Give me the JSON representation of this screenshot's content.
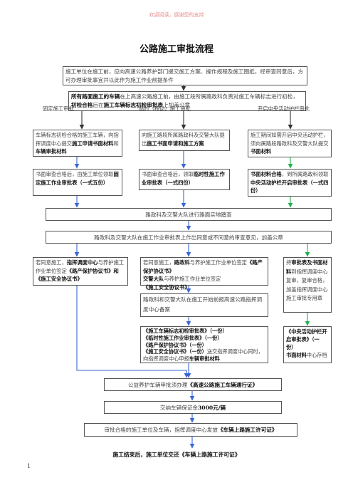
{
  "watermark": "欢迎阅读，感谢您的支持",
  "title": "公路施工审批流程",
  "intro": "施工单位在施工前，应向高速公路养护部门提交施工方案、操作规程及施工图纸，经审查同意后，方可办理审批事宜并以此作为施工作业前提条件",
  "step2": {
    "p1": "所有路面施工的车辆",
    "p2": "在上高速公路施工前，由施工段所属路政科负责对施工车辆标志进行初检，",
    "p3": "初检合格",
    "p4": "后在",
    "p5": "施工车辆标志初检审批表",
    "p6": "上加盖公章"
  },
  "columns": {
    "fixed": "固定施工审批",
    "temporary": "临时（移动）施工审批",
    "median": "开启中央活动护栏审批"
  },
  "fixed": {
    "a1": "车辆标志初检合格的施工车辆，向指挥调度中心提交",
    "a2": "施工申请书面材料",
    "a3": "和",
    "a4": "车辆审批材料",
    "b1": "书面审查合格后，由施工单位领取",
    "b2": "固定施工作业审批表（一式五份）"
  },
  "temporary": {
    "a1": "向施工路段所属路政科及交警大队提出",
    "a2": "施工书面申请和施工方案",
    "b1": "书面审查合格后，领取",
    "b2": "临时性施工作业审批表（一式四份）"
  },
  "median": {
    "a1": "施工期间如需开启中央活动护栏，须向属路段路政科及交警大队提交",
    "a2": "书面材料",
    "b1": "书面材料合格",
    "b2": "，到所属路政科领取",
    "b3": "中央活动护栏开启审批表（一式四份）"
  },
  "survey": "路政科及交警大队进行路面实地踏查",
  "opinion": "路政科及交警大队在施工作业审批表上作出同意或不同意的审查意见，加盖公章",
  "agree_fixed": {
    "p1": "若同意施工，",
    "p2": "指挥调度中心",
    "p3": "与养护施工作业单位签定",
    "p4": "《路产保护协议书》和《施工安全协议书》"
  },
  "agree_temp": {
    "p1": "若同意施工，",
    "p2": "路政科",
    "p3": "与养护施工作业单位签定",
    "p4": "《路产保护协议书》",
    "p5": "交警大队",
    "p6": "与养护施工作业单位签定",
    "p7": "《施工安全协议书》"
  },
  "record": "路政科和交警大队在施工开始前报高速公路指挥调度中心备案",
  "median_review": {
    "p1": "持",
    "p2": "审批表及书面材料",
    "p3": "到指挥调度中心复审，复审合格，加盖指挥调度中心施工审批专用章"
  },
  "submit_left": {
    "l1": "《施工车辆标志初检审批表》（一份）",
    "l2": "《临时性施工作业审批表》（一份）",
    "l3": "《路产保护协议书》（一份）",
    "l4": "《施工安全协议书》（一份）",
    "l5": "送交指挥调度中心同时，向指挥调度中心申报",
    "l6": "车辆审批材料"
  },
  "submit_right": {
    "l1": "《中央活动护栏开启审批表》（一份）",
    "l2": "书面材料",
    "l3": "中心存档"
  },
  "pass": {
    "p1": "公益养护车辆申批须办理",
    "p2": "《高速公路施工车辆通行证》"
  },
  "deposit": {
    "p1": "交纳车辆保证金",
    "p2": "3000元/辆"
  },
  "permit": {
    "p1": "审批合格的施工单位及车辆，指挥调度中心发放",
    "p2": "《车辆上路施工许可证》"
  },
  "final": "施工结束后，施工单位交还《车辆上路施工许可证》",
  "page_number": "1",
  "colors": {
    "arrow_blue": "#3a66d6",
    "arrow_green": "#22b14c",
    "watermark": "#e98a8a"
  }
}
